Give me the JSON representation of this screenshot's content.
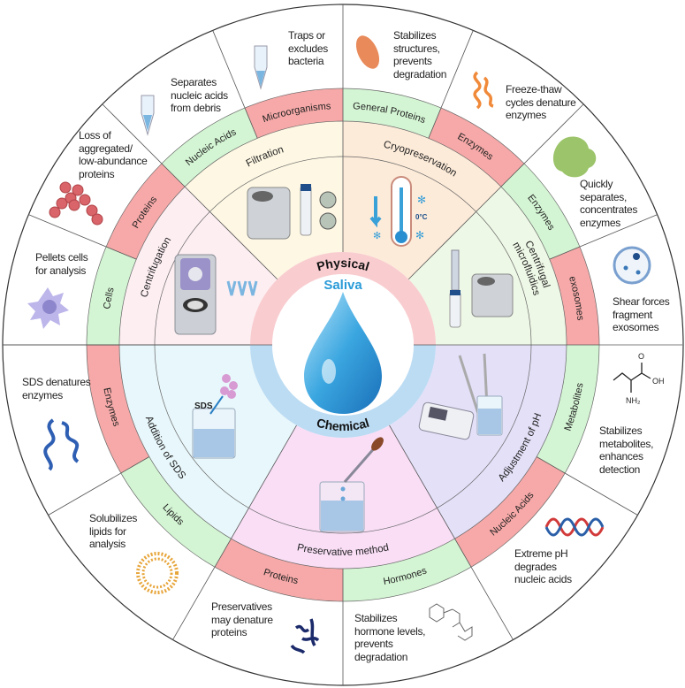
{
  "center": {
    "title": "Saliva",
    "physical": "Physical",
    "chemical": "Chemical",
    "title_color": "#2a9bd8"
  },
  "colors": {
    "physical_ring": "#f9cdd0",
    "chemical_ring": "#bcdcf3",
    "red_band": "#f6a9a8",
    "green_band": "#d4f5d4"
  },
  "physical_methods": [
    {
      "name": [
        "Centrifugation"
      ],
      "color": "#fdeef2",
      "targets": [
        {
          "label": "Cells",
          "color": "#d4f5d4",
          "effect": [
            "Pellets cells",
            "for analysis"
          ]
        },
        {
          "label": "Proteins",
          "color": "#f6a9a8",
          "effect": [
            "Loss of",
            "aggregated/",
            "low-abundance",
            "proteins"
          ]
        }
      ]
    },
    {
      "name": [
        "Filtration"
      ],
      "color": "#fdf7e3",
      "targets": [
        {
          "label": "Nucleic Acids",
          "color": "#d4f5d4",
          "effect": [
            "Separates",
            "nucleic acids",
            "from debris"
          ]
        },
        {
          "label": "Microorganisms",
          "color": "#f6a9a8",
          "effect": [
            "Traps or",
            "excludes",
            "bacteria"
          ]
        }
      ]
    },
    {
      "name": [
        "Cryopreservation"
      ],
      "color": "#fdebd9",
      "targets": [
        {
          "label": "General Proteins",
          "color": "#d4f5d4",
          "effect": [
            "Stabilizes",
            "structures,",
            "prevents",
            "degradation"
          ]
        },
        {
          "label": "Enzymes",
          "color": "#f6a9a8",
          "effect": [
            "Freeze-thaw",
            "cycles denature",
            "enzymes"
          ]
        }
      ]
    },
    {
      "name": [
        "Centrifugal",
        "microfluidics"
      ],
      "color": "#eef8e6",
      "targets": [
        {
          "label": "Enzymes",
          "color": "#d4f5d4",
          "effect": [
            "Quickly",
            "separates,",
            "concentrates",
            "enzymes"
          ]
        },
        {
          "label": "exosomes",
          "color": "#f6a9a8",
          "effect": [
            "Shear forces",
            "fragment",
            "exosomes"
          ]
        }
      ]
    }
  ],
  "chemical_methods": [
    {
      "name": [
        "Addition of SDS"
      ],
      "color": "#e8f7fb",
      "icon_label": "SDS",
      "targets": [
        {
          "label": "Enzymes",
          "color": "#f6a9a8",
          "effect": [
            "SDS denatures",
            "enzymes"
          ]
        },
        {
          "label": "Lipids",
          "color": "#d4f5d4",
          "effect": [
            "Solubilizes",
            "lipids for",
            "analysis"
          ]
        }
      ]
    },
    {
      "name": [
        "Preservative method"
      ],
      "color": "#f9def6",
      "targets": [
        {
          "label": "Proteins",
          "color": "#f6a9a8",
          "effect": [
            "Preservatives",
            "may denature",
            "proteins"
          ]
        },
        {
          "label": "Hormones",
          "color": "#d4f5d4",
          "effect": [
            "Stabilizes",
            "hormone levels,",
            "prevents",
            "degradation"
          ]
        }
      ]
    },
    {
      "name": [
        "Adjustment of pH"
      ],
      "color": "#e4e0f8",
      "targets": [
        {
          "label": "Nucleic Acids",
          "color": "#f6a9a8",
          "effect": [
            "Extreme pH",
            "degrades",
            "nucleic acids"
          ]
        },
        {
          "label": "Metabolites",
          "color": "#d4f5d4",
          "effect": [
            "Stabilizes",
            "metabolites,",
            "enhances",
            "detection"
          ]
        }
      ]
    }
  ],
  "icons": {
    "thermometer_label": "0°C",
    "amino_acid_o": "O",
    "amino_acid_oh": "OH",
    "amino_acid_nh2": "NH₂"
  }
}
